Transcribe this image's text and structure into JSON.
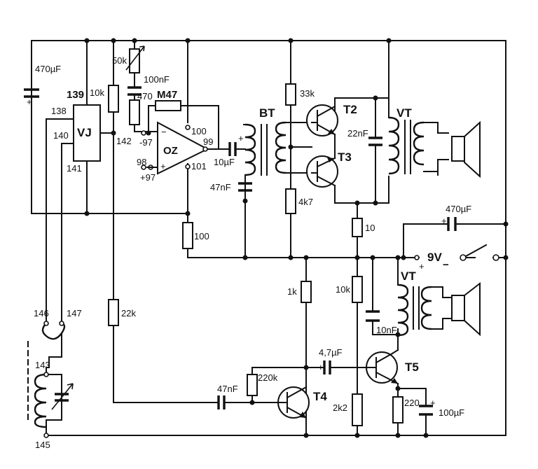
{
  "blocks": {
    "vj": "VJ",
    "oz": "OZ"
  },
  "pins": {
    "p138": "138",
    "p139": "139",
    "p140": "140",
    "p141": "141",
    "p142": "142",
    "p97n": "-97",
    "p97p": "+97",
    "p98": "98",
    "p99": "99",
    "p100": "100",
    "p101": "101",
    "p143": "143",
    "p145": "145",
    "p146": "146",
    "p147": "147"
  },
  "components": {
    "c470uF_left": "470µF",
    "pot50k": "50k",
    "c100nF": "100nF",
    "r470": "470",
    "rM47": "M47",
    "r10k_top": "10k",
    "c10uF": "10µF",
    "c47nF_top": "47nF",
    "r33k": "33k",
    "r4k7": "4k7",
    "c22nF": "22nF",
    "r10": "10",
    "r100": "100",
    "r22k": "22k",
    "r1k": "1k",
    "r10k_mid": "10k",
    "c10nF": "10nF",
    "c4_7uF": "4,7µF",
    "c47nF_bot": "47nF",
    "r220k": "220k",
    "r2k2": "2k2",
    "r220": "220",
    "c100uF": "100µF",
    "c470uF_right": "470µF"
  },
  "transistors": {
    "t2": "T2",
    "t3": "T3",
    "t4": "T4",
    "t5": "T5"
  },
  "transformers": {
    "bt": "BT",
    "vt_top": "VT",
    "vt_bot": "VT"
  },
  "supply": {
    "voltage": "9V",
    "plus": "+",
    "minus": "−"
  }
}
